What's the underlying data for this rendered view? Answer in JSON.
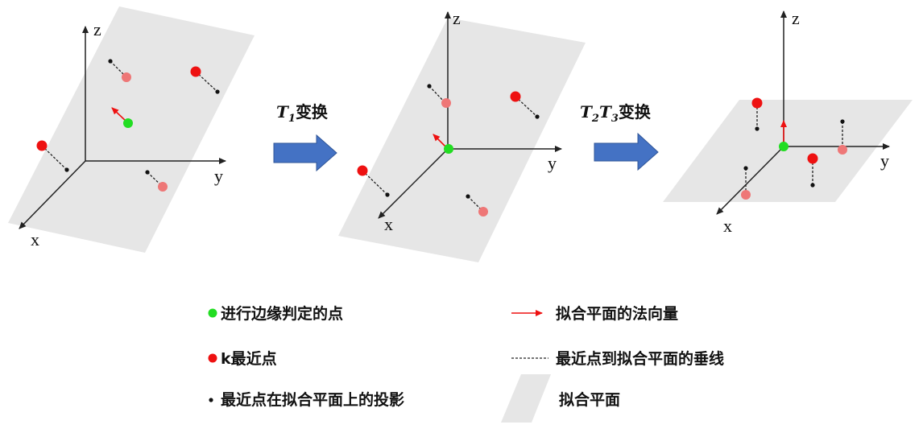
{
  "panels": [
    {
      "axes": {
        "x": "x",
        "y": "y",
        "z": "z"
      }
    },
    {
      "axes": {
        "x": "x",
        "y": "y",
        "z": "z"
      }
    },
    {
      "axes": {
        "x": "x",
        "y": "y",
        "z": "z"
      }
    }
  ],
  "steps": [
    {
      "symbol": "T",
      "sub": "1",
      "text": "变换"
    },
    {
      "symbol": "T",
      "sub1": "2",
      "symbol2": "T",
      "sub2": "3",
      "text": "变换"
    }
  ],
  "legend": {
    "edge_point": "进行边缘判定的点",
    "knn_point": "k最近点",
    "projection": "最近点在拟合平面上的投影",
    "normal": "拟合平面的法向量",
    "perpendicular": "最近点到拟合平面的垂线",
    "plane": "拟合平面"
  },
  "colors": {
    "plane": "#e6e6e6",
    "green_point": "#22dd22",
    "red_point": "#ee1111",
    "projected_point": "#ee7777",
    "normal_vector": "#ee1111",
    "transform_arrow": "#4472c4"
  }
}
